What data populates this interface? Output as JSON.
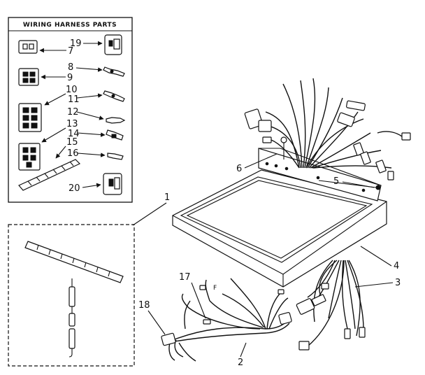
{
  "inset_title": "WIRING HARNESS PARTS",
  "inset_parts": {
    "p7": "7",
    "p8": "8",
    "p9": "9",
    "p10": "10",
    "p11": "11",
    "p12": "12",
    "p13": "13",
    "p14": "14",
    "p15": "15",
    "p16": "16",
    "p19": "19",
    "p20": "20"
  },
  "callouts": {
    "c1": "1",
    "c2": "2",
    "c3": "3",
    "c4": "4",
    "c5": "5",
    "c6": "6",
    "c17": "17",
    "c18": "18"
  },
  "wire_tag": "F"
}
